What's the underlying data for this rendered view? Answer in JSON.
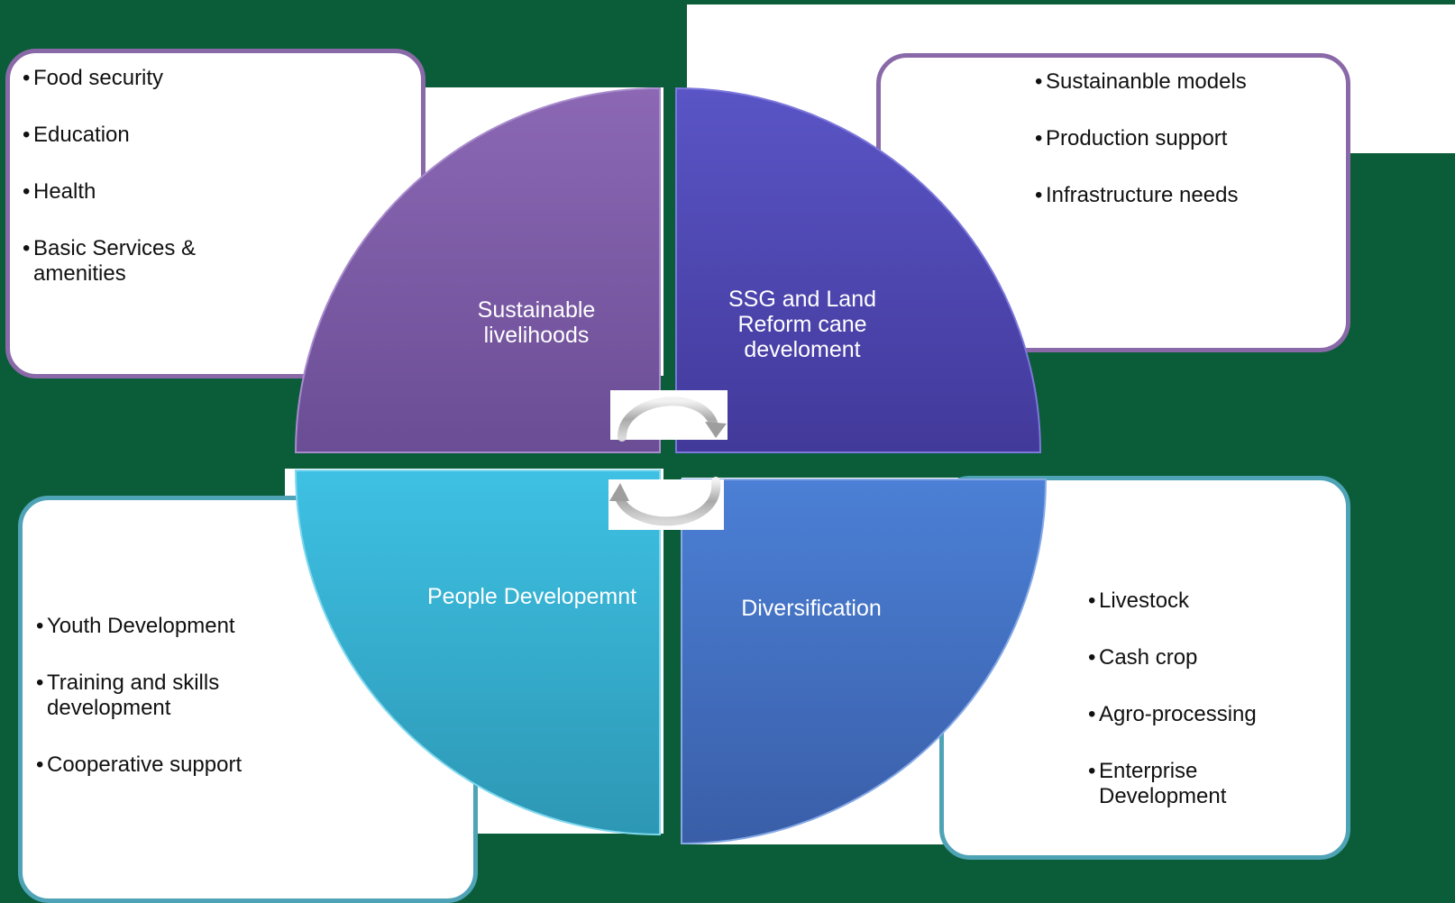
{
  "quadrants": {
    "top_left": {
      "label": "Sustainable livelihoods",
      "color": "#7a5aa8",
      "items": [
        "Food security",
        "Education",
        "Health",
        "Basic Services & amenities"
      ]
    },
    "top_right": {
      "label": "SSG and Land Reform cane develoment",
      "color": "#4d48b0",
      "items": [
        "Sustainanble models",
        "Production support",
        "Infrastructure needs"
      ]
    },
    "bottom_left": {
      "label": "People Developemnt",
      "color": "#36b2d3",
      "items": [
        "Youth Development",
        "Training and skills development",
        "Cooperative support"
      ]
    },
    "bottom_right": {
      "label": "Diversification",
      "color": "#4577c8",
      "items": [
        "Livestock",
        "Cash crop",
        "Agro-processing",
        "Enterprise Development"
      ]
    }
  },
  "arrows": {
    "top": "cycle-arrow-icon",
    "bottom": "cycle-arrow-icon"
  },
  "colors": {
    "background": "#0b5c38",
    "box_border_purple": "#8a69a8",
    "box_border_teal": "#4fa3b6"
  }
}
